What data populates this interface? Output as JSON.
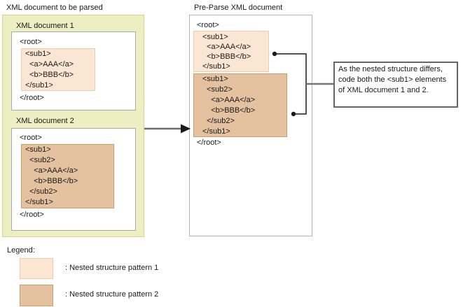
{
  "left_panel": {
    "title": "XML document to be parsed",
    "doc1": {
      "label": "XML document 1",
      "pre_lines": [
        "<root>"
      ],
      "highlight_lines": [
        "<sub1>",
        "  <a>AAA</a>",
        "  <b>BBB</b>",
        "</sub1>"
      ],
      "post_lines": [
        "</root>"
      ]
    },
    "doc2": {
      "label": "XML document 2",
      "pre_lines": [
        "<root>"
      ],
      "highlight_lines": [
        "<sub1>",
        "  <sub2>",
        "    <a>AAA</a>",
        "    <b>BBB</b>",
        "  </sub2>",
        "</sub1>"
      ],
      "post_lines": [
        "</root>"
      ]
    }
  },
  "middle_panel": {
    "title": "Pre-Parse XML document",
    "pre_lines": [
      "<root>"
    ],
    "pattern1_lines": [
      "<sub1>",
      "  <a>AAA</a>",
      "  <b>BBB</b>",
      "</sub1>"
    ],
    "pattern2_lines": [
      "<sub1>",
      "  <sub2>",
      "    <a>AAA</a>",
      "    <b>BBB</b>",
      "  </sub2>",
      "</sub1>"
    ],
    "post_lines": [
      "</root>"
    ]
  },
  "callout": {
    "text": "As the nested structure differs, code both the <sub1> elements of XML document 1 and 2."
  },
  "legend": {
    "title": "Legend:",
    "items": [
      {
        "label": ": Nested structure pattern 1",
        "fill": "#FAE6D2",
        "border": "#F0CCA8"
      },
      {
        "label": ": Nested structure pattern 2",
        "fill": "#E5C29F",
        "border": "#CE9C6C"
      }
    ]
  },
  "colors": {
    "group_fill": "#EDEEC1",
    "group_border": "#D4D687",
    "pattern1_fill": "#FAE6D2",
    "pattern1_border": "#F0CCA8",
    "pattern2_fill": "#E5C29F",
    "pattern2_border": "#CE9C6C",
    "doc_box_border": "#A9A9A9",
    "callout_border": "#666666",
    "connector_gray": "#757575",
    "text": "#1A1A1A"
  }
}
